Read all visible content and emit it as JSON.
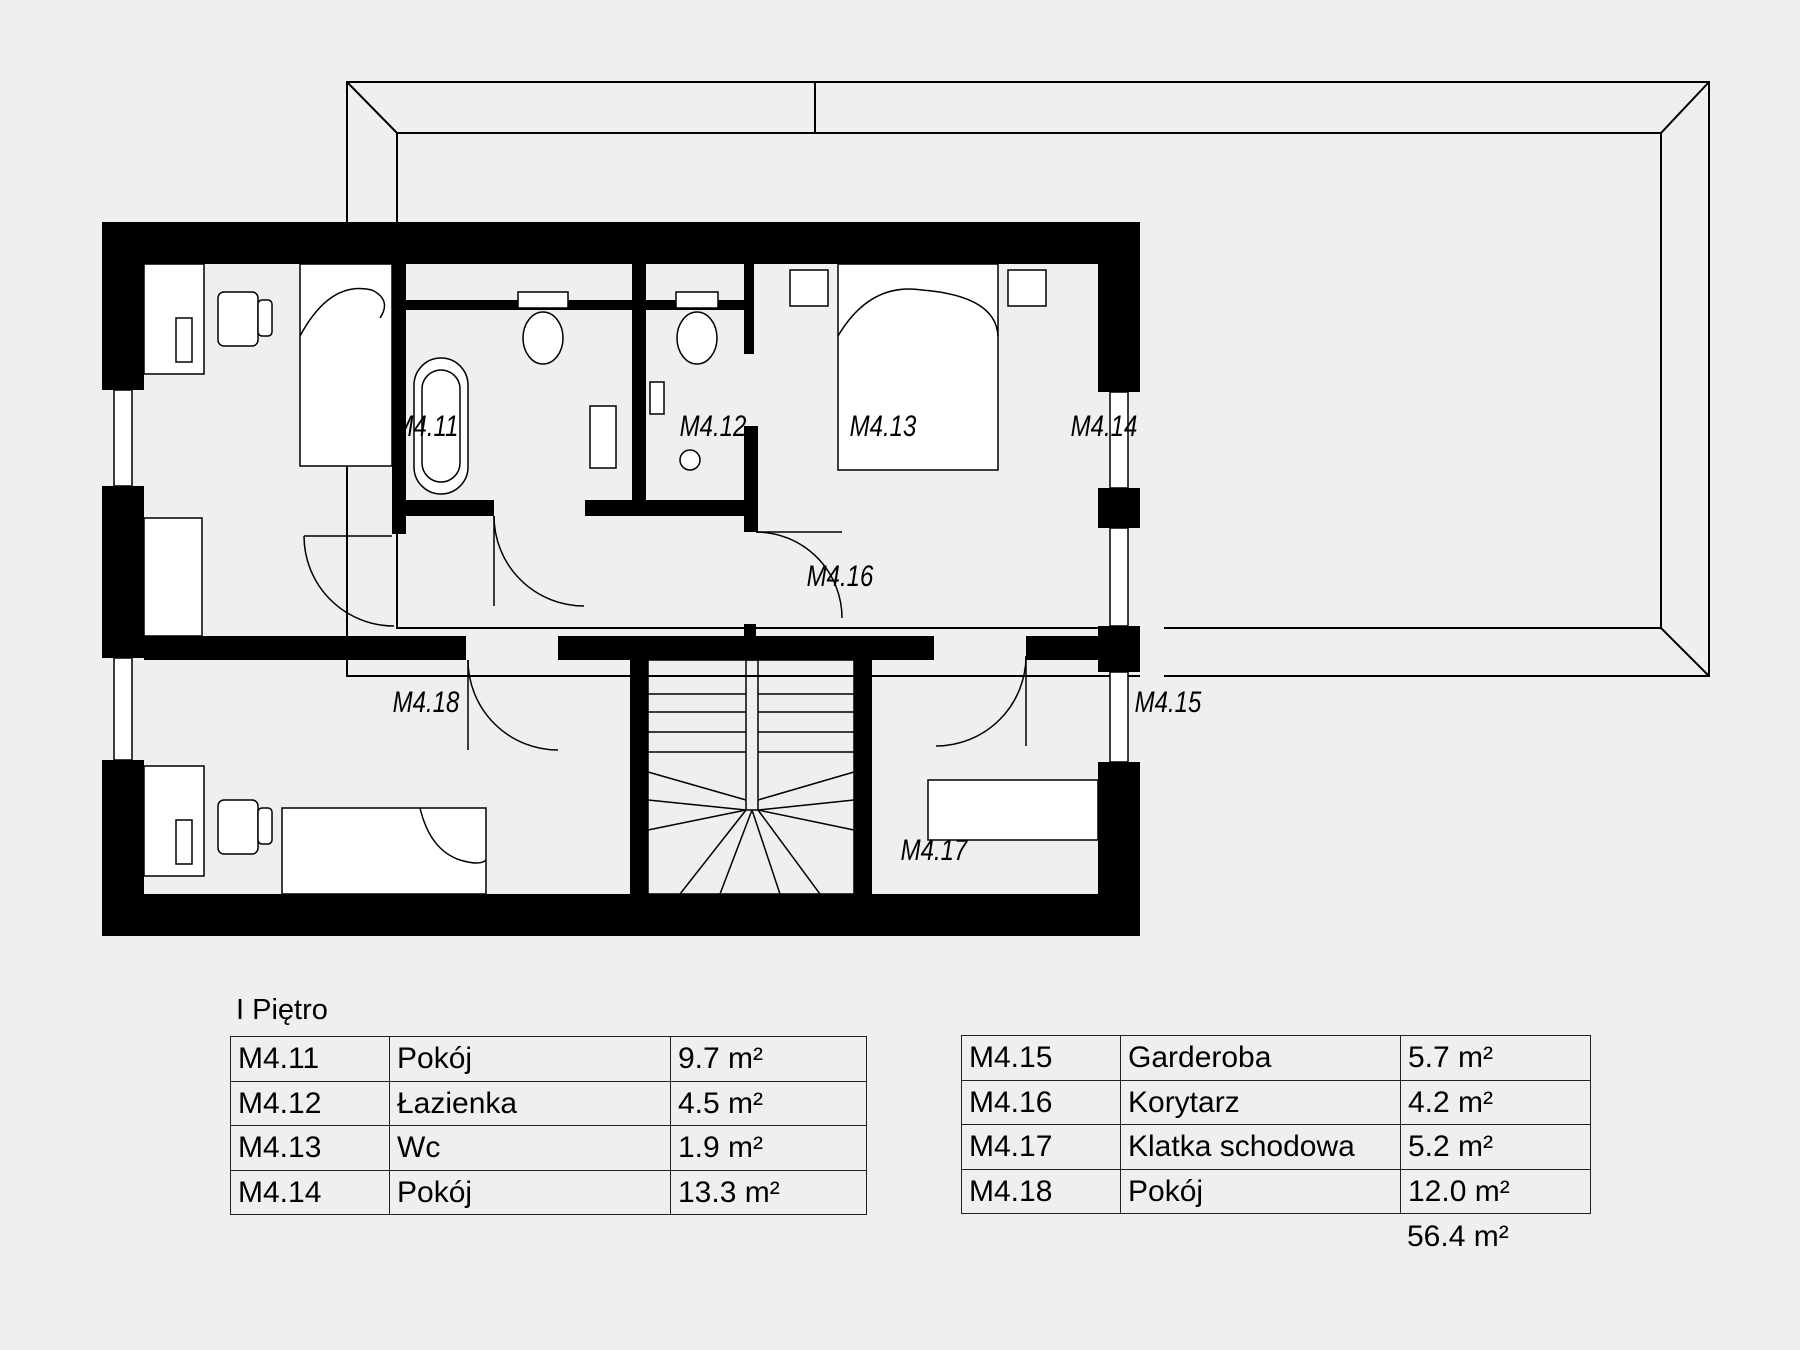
{
  "rooms": [
    {
      "code": "M4.11",
      "name": "Pokój",
      "area": "9.7 m²"
    },
    {
      "code": "M4.12",
      "name": "Łazienka",
      "area": "4.5 m²"
    },
    {
      "code": "M4.13",
      "name": "Wc",
      "area": "1.9 m²"
    },
    {
      "code": "M4.14",
      "name": "Pokój",
      "area": "13.3 m²"
    },
    {
      "code": "M4.15",
      "name": "Garderoba",
      "area": "5.7 m²"
    },
    {
      "code": "M4.16",
      "name": "Korytarz",
      "area": "4.2 m²"
    },
    {
      "code": "M4.17",
      "name": "Klatka schodowa",
      "area": "5.2 m²"
    },
    {
      "code": "M4.18",
      "name": "Pokój",
      "area": "12.0 m²"
    }
  ],
  "floor_title": "I Piętro",
  "total_area": "56.4 m²",
  "colors": {
    "wall": "#000000",
    "background": "#efefef",
    "line": "#000000"
  }
}
